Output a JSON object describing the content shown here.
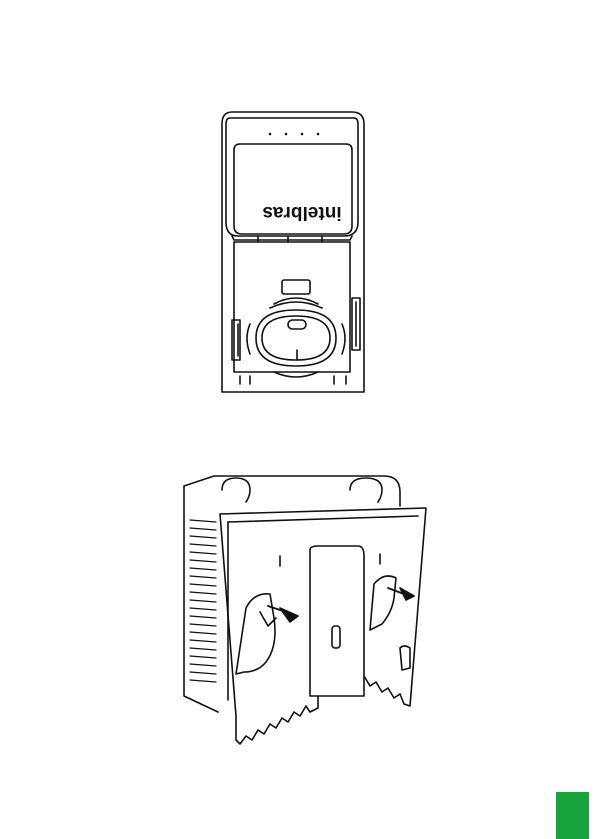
{
  "document": {
    "brand_logo_text": "intelbras",
    "accent_color": "#18a33d",
    "figures": [
      {
        "name": "device-top-view",
        "led_indicators": 4
      },
      {
        "name": "wall-mount-installation"
      }
    ]
  }
}
